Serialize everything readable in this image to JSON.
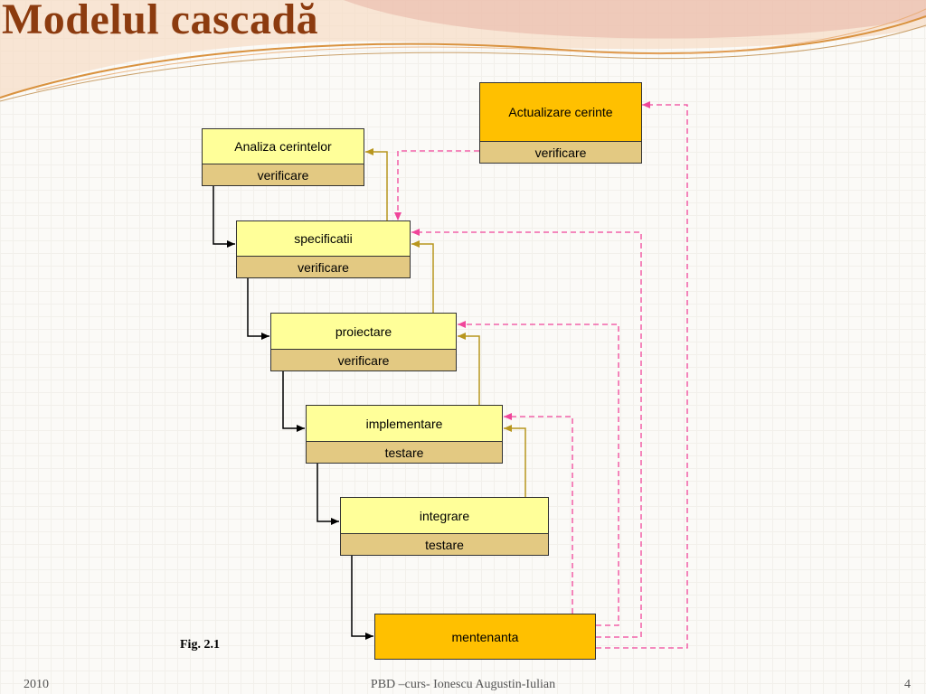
{
  "title": "Modelul cascadă",
  "boxes": {
    "actualizare": {
      "label": "Actualizare cerinte",
      "sub": "verificare"
    },
    "analiza": {
      "label": "Analiza cerintelor",
      "sub": "verificare"
    },
    "specificatii": {
      "label": "specificatii",
      "sub": "verificare"
    },
    "proiectare": {
      "label": "proiectare",
      "sub": "verificare"
    },
    "implementare": {
      "label": "implementare",
      "sub": "testare"
    },
    "integrare": {
      "label": "integrare",
      "sub": "testare"
    },
    "mentenanta": {
      "label": "mentenanta"
    }
  },
  "figure_caption": "Fig. 2.1",
  "footer": {
    "year": "2010",
    "center": "PBD –curs-  Ionescu Augustin-Iulian",
    "page": "4"
  },
  "colors": {
    "title": "#8c3b0f",
    "box_light": "#ffff99",
    "box_orange": "#ffc000",
    "sub_band": "#e3c982",
    "feedback_arrow": "#b8961e",
    "dashed_arrow": "#f0459a"
  }
}
